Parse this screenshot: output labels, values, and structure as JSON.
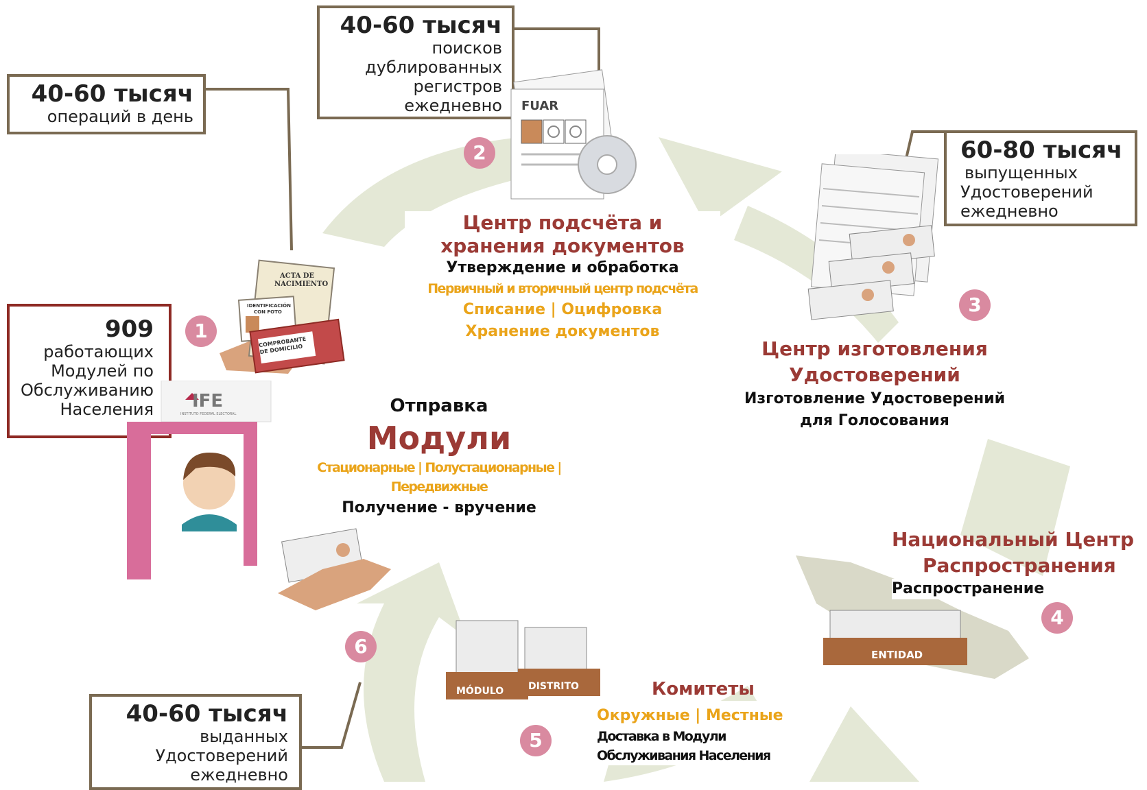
{
  "callouts": {
    "ops": {
      "number": "40-60 тысяч",
      "lines": [
        "операций в день"
      ]
    },
    "dup": {
      "number": "40-60 тысяч",
      "lines": [
        "поисков",
        "дублированных",
        "регистров",
        "ежедневно"
      ]
    },
    "issued": {
      "number": "60-80 тысяч",
      "lines": [
        "выпущенных",
        "Удостоверений",
        "ежедневно"
      ]
    },
    "modules": {
      "number": "909",
      "lines": [
        "работающих",
        "Модулей по",
        "Обслуживанию",
        "Населения"
      ]
    },
    "delivered": {
      "number": "40-60 тысяч",
      "lines": [
        "выданных",
        "Удостоверений",
        "ежедневно"
      ]
    }
  },
  "badges": [
    "1",
    "2",
    "3",
    "4",
    "5",
    "6"
  ],
  "stage2": {
    "title1": "Центр подсчёта и",
    "title2": "хранения документов",
    "sub": "Утверждение и обработка",
    "o1": "Первичный и вторичный центр подсчёта",
    "o2": "Списание | Оцифровка",
    "o3": "Хранение документов"
  },
  "stage3": {
    "title1": "Центр изготовления",
    "title2": "Удостоверений",
    "sub1": "Изготовление Удостоверений",
    "sub2": "для Голосования"
  },
  "stage4": {
    "title1": "Национальный Центр",
    "title2": "Распространения",
    "sub": "Распространение"
  },
  "stage5": {
    "title": "Комитеты",
    "orange": "Окружные | Местные",
    "b1": "Доставка в Модули",
    "b2": "Обслуживания Населения"
  },
  "center": {
    "top": "Отправка",
    "title": "Модули",
    "o1": "Стационарные | Полустационарные |",
    "o2": "Передвижные",
    "sub": "Получение - вручение"
  },
  "images": {
    "acta": [
      "ACTA DE",
      "NACIMIENTO"
    ],
    "ident": [
      "IDENTIFICACIÓN",
      "CON FOTO"
    ],
    "comprobante": [
      "COMPROBANTE",
      "DE DOMICILIO"
    ],
    "fuar": "FUAR",
    "ife": "IFE",
    "ife_small": "INSTITUTO FEDERAL ELECTORAL",
    "modulo": "MÓDULO",
    "distrito": "DISTRITO",
    "entidad": "ENTIDAD"
  },
  "colors": {
    "red": "#9b3a35",
    "orange": "#eaa41a",
    "frame": "#7a6a52",
    "green": "#e4e8d6",
    "pink": "#d98aa0"
  }
}
